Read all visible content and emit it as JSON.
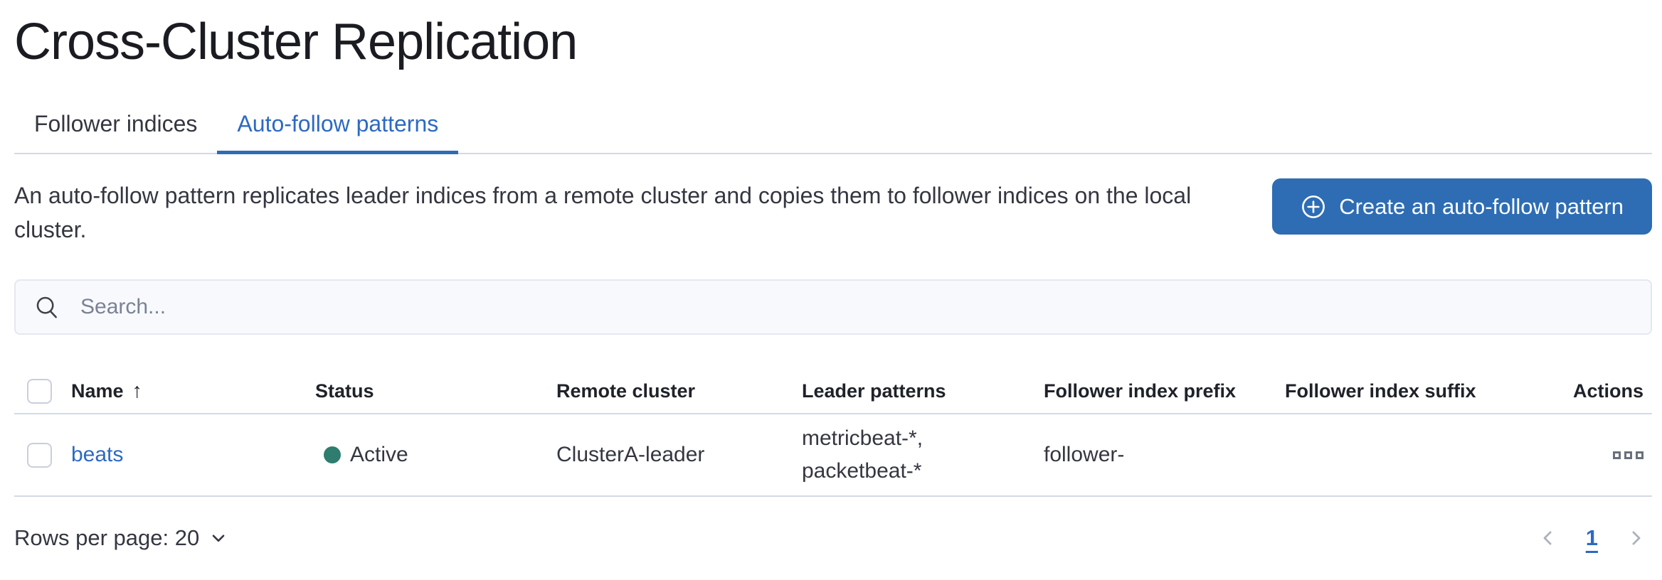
{
  "page": {
    "title": "Cross-Cluster Replication"
  },
  "tabs": [
    {
      "label": "Follower indices",
      "active": false
    },
    {
      "label": "Auto-follow patterns",
      "active": true
    }
  ],
  "description": "An auto-follow pattern replicates leader indices from a remote cluster and copies them to follower indices on the local cluster.",
  "create_button": {
    "label": "Create an auto-follow pattern",
    "icon": "plus-in-circle-icon"
  },
  "search": {
    "placeholder": "Search...",
    "value": "",
    "icon": "search-icon"
  },
  "table": {
    "columns": {
      "name": "Name",
      "status": "Status",
      "remote_cluster": "Remote cluster",
      "leader_patterns": "Leader patterns",
      "follower_index_prefix": "Follower index prefix",
      "follower_index_suffix": "Follower index suffix",
      "actions": "Actions"
    },
    "sort": {
      "column": "Name",
      "direction": "ascending",
      "icon_glyph": "↑"
    },
    "rows": [
      {
        "name": "beats",
        "status": "Active",
        "remote_cluster": "ClusterA-leader",
        "leader_patterns": "metricbeat-*, packetbeat-*",
        "follower_index_prefix": "follower-",
        "follower_index_suffix": "",
        "actions_icon": "boxes-horizontal-icon"
      }
    ]
  },
  "footer": {
    "rows_per_page_label": "Rows per page: 20",
    "pagination": {
      "current_page": "1",
      "prev_icon": "chevron-left-icon",
      "next_icon": "chevron-right-icon"
    }
  },
  "colors": {
    "primary_button_blue": "#2E6DB4",
    "tab_underline_blue": "#2E6DB4",
    "link_blue": "#2D69C3",
    "status_active_dot": "#2E7D6F",
    "text_dark": "#343741",
    "title_text": "#1A1C21",
    "border_gray": "#D3DAE6",
    "search_background": "#F8F9FC",
    "placeholder_gray": "#7A8294",
    "icon_gray": "#69707D",
    "pagination_disabled_gray": "#ABB2BC"
  }
}
